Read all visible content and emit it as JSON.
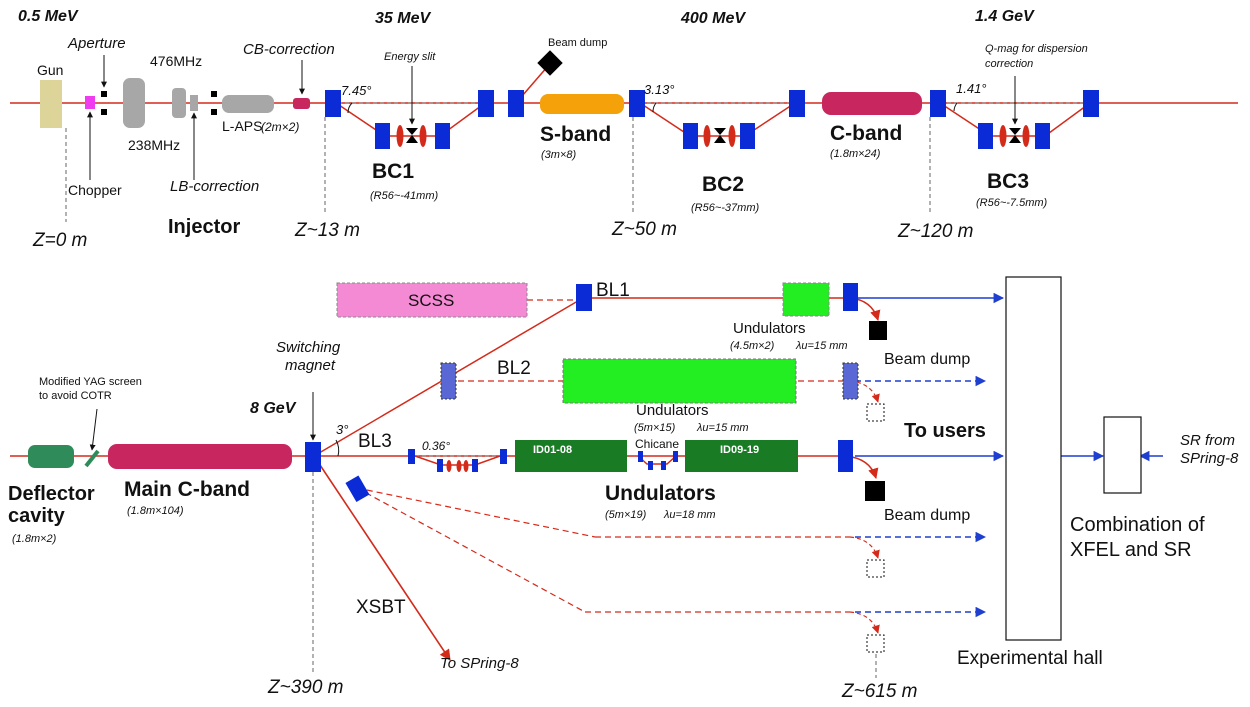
{
  "injector": {
    "energy": "0.5 MeV",
    "gun": "Gun",
    "aperture": "Aperture",
    "rf476": "476MHz",
    "cb_correction": "CB-correction",
    "chopper": "Chopper",
    "rf238": "238MHz",
    "lb_correction": "LB-correction",
    "laps": "L-APS",
    "laps_size": "(2m×2)",
    "title": "Injector",
    "z0": "Z=0 m"
  },
  "bc1": {
    "energy": "35 MeV",
    "angle": "7.45°",
    "energy_slit": "Energy slit",
    "label": "BC1",
    "r56": "(R56~-41mm)",
    "z": "Z~13 m"
  },
  "sband": {
    "beam_dump": "Beam dump",
    "label": "S-band",
    "size": "(3m×8)"
  },
  "bc2": {
    "energy": "400 MeV",
    "angle": "3.13°",
    "label": "BC2",
    "r56": "(R56~-37mm)",
    "z": "Z~50 m"
  },
  "cband": {
    "label": "C-band",
    "size": "(1.8m×24)"
  },
  "bc3": {
    "energy": "1.4 GeV",
    "qmag_line1": "Q-mag for dispersion",
    "qmag_line2": "correction",
    "angle": "1.41°",
    "label": "BC3",
    "r56": "(R56~-7.5mm)",
    "z": "Z~120 m"
  },
  "lower": {
    "bl1": "BL1",
    "scss": "SCSS",
    "und_bl1": "Undulators",
    "und_bl1_size": "(4.5m×2)",
    "und_bl1_lambda": "λu=15 mm",
    "beam_dump_1": "Beam dump",
    "switching_l1": "Switching",
    "switching_l2": "magnet",
    "bl2": "BL2",
    "yag_l1": "Modified YAG screen",
    "yag_l2": "to avoid COTR",
    "und_bl2": "Undulators",
    "und_bl2_size": "(5m×15)",
    "und_bl2_lambda": "λu=15 mm",
    "energy8": "8 GeV",
    "angle3": "3°",
    "bl3": "BL3",
    "angle036": "0.36°",
    "id0108": "ID01-08",
    "chicane": "Chicane",
    "id0919": "ID09-19",
    "to_users": "To users",
    "deflector_l1": "Deflector",
    "deflector_l2": "cavity",
    "deflector_size": "(1.8m×2)",
    "main_cband": "Main C-band",
    "main_cband_size": "(1.8m×104)",
    "und_bl3": "Undulators",
    "und_bl3_size": "(5m×19)",
    "und_bl3_lambda": "λu=18 mm",
    "beam_dump_2": "Beam dump",
    "xsbt": "XSBT",
    "to_spring8": "To SPring-8",
    "z390": "Z~390 m",
    "z615": "Z~615 m",
    "exp_hall": "Experimental hall",
    "sr_from_l1": "SR from",
    "sr_from_l2": "SPring-8",
    "combo_l1": "Combination of",
    "combo_l2": "XFEL and SR"
  },
  "colors": {
    "beam": "#d42a1a",
    "user_beam": "#1f3fd1",
    "magnet": "#0a2bd6",
    "sband": "#f5a20a",
    "cband": "#c8265e",
    "undulator_light": "#22ee22",
    "undulator_dark": "#197c24",
    "scss": "#f58ad4",
    "gun": "#ddd49a",
    "rf_cavity": "#a7a7a7",
    "deflector": "#2f8c5a"
  }
}
